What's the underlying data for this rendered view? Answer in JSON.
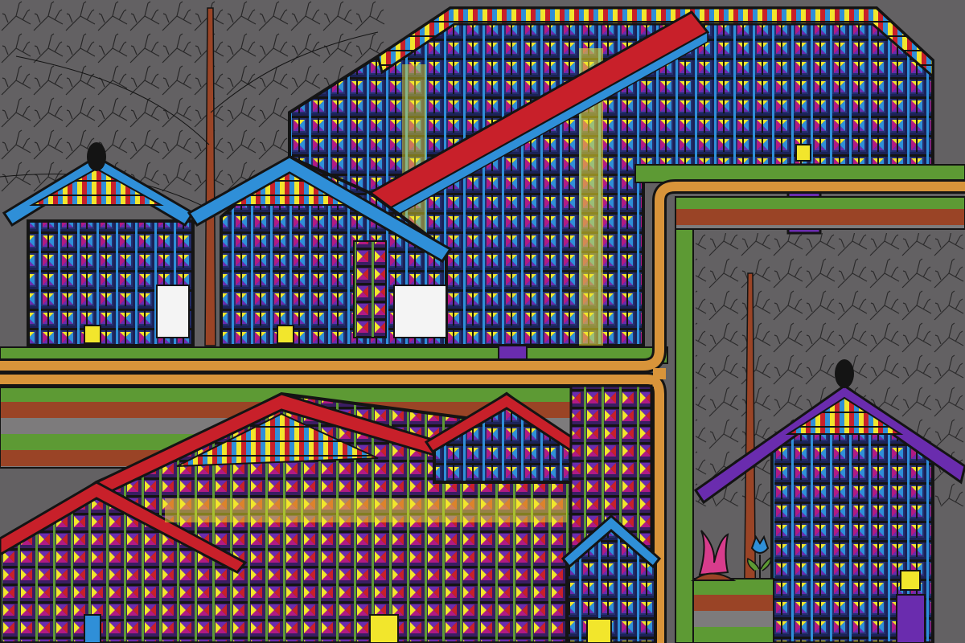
{
  "artwork": {
    "palette": {
      "sky": "#636163",
      "ground": "#5a5859",
      "outline": "#141414",
      "blue": "#2f8fd8",
      "red": "#c8202a",
      "yellow": "#f2e62c",
      "purple": "#6a2cae",
      "magenta": "#b11a84",
      "green": "#5d9a34",
      "brown": "#9a4426",
      "orange": "#d8943a",
      "grey": "#7d7b7c",
      "white": "#f4f4f4",
      "cell": "#1e2a63"
    },
    "elements": [
      "gray-sky",
      "bare-tree-left",
      "bare-tree-right",
      "house-top-left",
      "house-top-middle",
      "tall-long-house",
      "diagonal-red-roof-band",
      "orange-road",
      "striped-field-bands",
      "large-house-bottom-left",
      "house-bottom-middle",
      "small-blue-roof-house",
      "house-bottom-right",
      "pink-plant",
      "blue-flower"
    ]
  }
}
